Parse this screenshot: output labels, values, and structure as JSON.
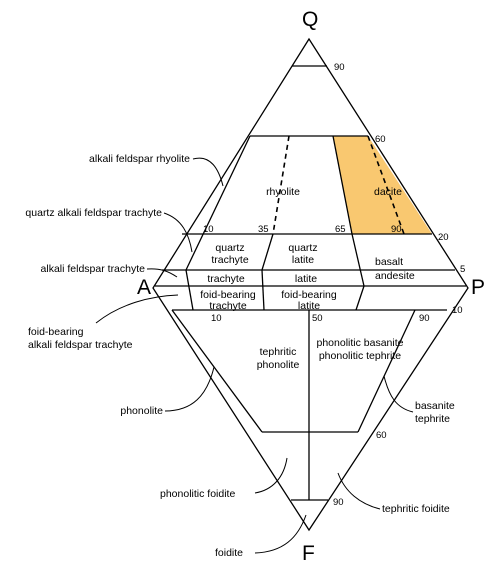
{
  "vertices": {
    "q": "Q",
    "a": "A",
    "p": "P",
    "f": "F"
  },
  "fields": {
    "rhyolite": "rhyolite",
    "dacite": "dacite",
    "quartz_trachyte": [
      "quartz",
      "trachyte"
    ],
    "quartz_latite": [
      "quartz",
      "latite"
    ],
    "trachyte": "trachyte",
    "latite": "latite",
    "foid_trachyte": [
      "foid-bearing",
      "trachyte"
    ],
    "foid_latite": [
      "foid-bearing",
      "latite"
    ],
    "basalt_andesite": [
      "basalt",
      "andesite"
    ],
    "tephritic_phonolite": [
      "tephritic",
      "phonolite"
    ],
    "phonolitic_basanite": [
      "phonolitic basanite",
      "phonolitic tephrite"
    ]
  },
  "external_labels": {
    "alkali_rhyolite": "alkali feldspar rhyolite",
    "quartz_alkali_trachyte": "quartz alkali feldspar trachyte",
    "alkali_trachyte": "alkali feldspar trachyte",
    "foid_alkali_trachyte": [
      "foid-bearing",
      "alkali feldspar trachyte"
    ],
    "phonolite": "phonolite",
    "phonolitic_foidite": "phonolitic foidite",
    "foidite": "foidite",
    "basanite_tephrite": [
      "basanite",
      "tephrite"
    ],
    "tephritic_foidite": "tephritic foidite"
  },
  "ticks": {
    "q90": "90",
    "q60": "60",
    "q20": "20",
    "q5": "5",
    "ap10": "10",
    "ap35": "35",
    "ap65": "65",
    "ap90": "90",
    "f10_top": "10",
    "f10_left": "10",
    "f50": "50",
    "f90_top": "90",
    "f60": "60",
    "f90": "90"
  },
  "colors": {
    "dacite_fill": "#F9C870",
    "line": "#000000"
  }
}
